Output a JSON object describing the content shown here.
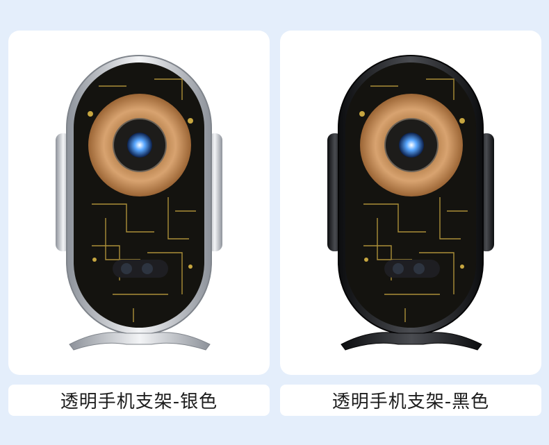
{
  "products": [
    {
      "name": "透明手机支架-银色",
      "variant": "silver",
      "frame_color": "#c9ccd1",
      "frame_edge": "#8e939a"
    },
    {
      "name": "透明手机支架-黑色",
      "variant": "black",
      "frame_color": "#2a2b2e",
      "frame_edge": "#0d0e10"
    }
  ],
  "colors": {
    "background": "#e4eefb",
    "card": "#ffffff",
    "coil": "#c98d55",
    "led": "#3b8cff",
    "circuit": "#c7a640"
  }
}
